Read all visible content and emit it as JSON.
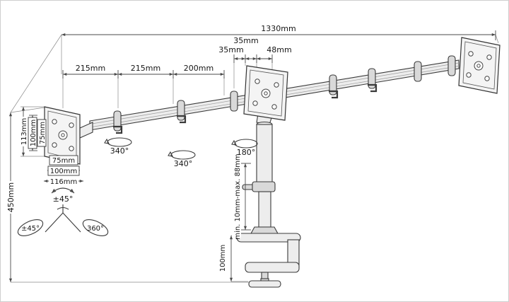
{
  "diagram": {
    "kind": "technical-drawing",
    "subject": "triple-monitor-desk-mount-dimensions",
    "colors": {
      "line": "#3a3a3a",
      "background": "#ffffff"
    },
    "dims": {
      "total_width": "1330mm",
      "gap_top": "35mm",
      "gap_a": "35mm",
      "gap_b": "48mm",
      "seg_a": "215mm",
      "seg_b": "215mm",
      "seg_c": "200mm",
      "plate_height": "113mm",
      "vesa_v100": "100mm",
      "vesa_v75": "75mm",
      "total_height": "450mm",
      "vesa_h75": "75mm",
      "vesa_h100": "100mm",
      "plate_width": "116mm",
      "pole_range": "min. 10mm-max. 88mm",
      "clamp_range": "100mm"
    },
    "rotation": {
      "plate_tilt": "±45°",
      "arm_left": "340°",
      "arm_mid": "340°",
      "center": "180°",
      "base_tilt": "±45°",
      "base_rotation": "360°"
    }
  }
}
